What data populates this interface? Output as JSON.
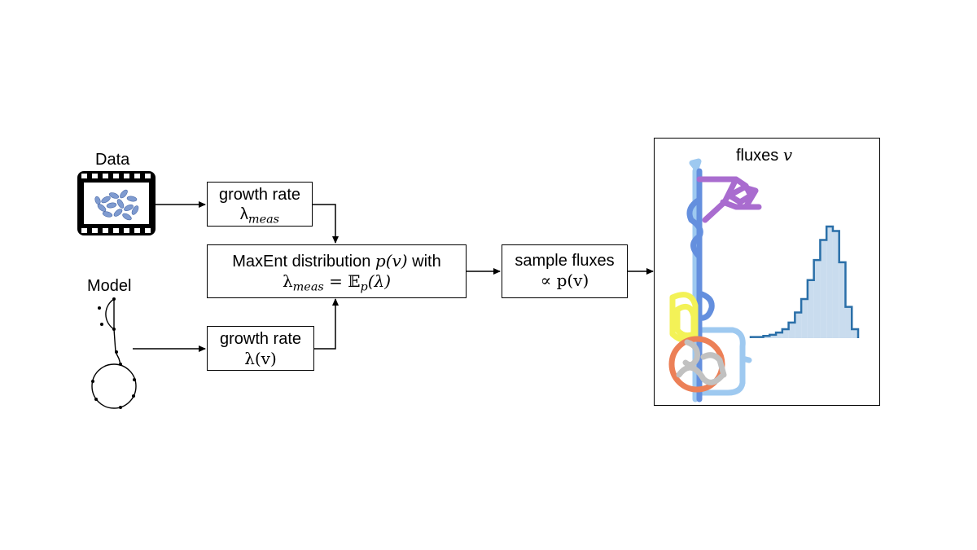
{
  "inputs": {
    "data_label": "Data",
    "model_label": "Model"
  },
  "boxes": {
    "growth_meas": {
      "line1": "growth rate",
      "symbol": "λ",
      "subscript": "meas"
    },
    "growth_model": {
      "line1": "growth rate",
      "expr": "λ(v)"
    },
    "maxent": {
      "line1_prefix": "MaxEnt distribution",
      "line1_math": "p(v)",
      "line1_suffix": "with",
      "line2_symbol": "λ",
      "line2_subscript": "meas",
      "line2_rest": "= 𝔼",
      "line2_sub2": "p",
      "line2_tail": "(λ)"
    },
    "sample": {
      "line1": "sample fluxes",
      "line2": "∝ p(v)"
    }
  },
  "output": {
    "title_prefix": "fluxes",
    "title_math": "v"
  },
  "colors": {
    "film_icon": "#000000",
    "cells": "#7f9bd0",
    "blue": "#4a7cd9",
    "light_blue": "#8ec0ee",
    "purple": "#9b53c7",
    "yellow": "#f2f03a",
    "orange": "#e96a3a",
    "gray": "#b7b7b7",
    "hist_fill": "#c9dcee",
    "hist_line": "#2a6fa8"
  },
  "chart_data": {
    "type": "bar",
    "values": [
      1,
      1,
      2,
      3,
      5,
      8,
      14,
      23,
      35,
      52,
      70,
      88,
      100,
      96,
      68,
      28,
      8
    ]
  }
}
